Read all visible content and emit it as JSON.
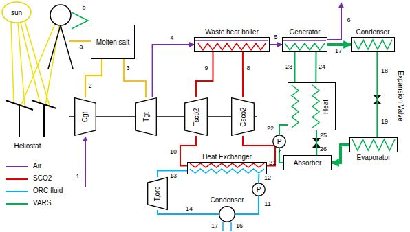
{
  "diagram": {
    "nodes": [
      {
        "text": [
          "sun"
        ]
      },
      {
        "text": [
          "Molten salt"
        ]
      },
      {
        "text": [
          "Waste heat boiler"
        ]
      },
      {
        "text": [
          "Generator"
        ]
      },
      {
        "text": [
          "Condenser"
        ]
      },
      {
        "text": [
          "Heat"
        ]
      },
      {
        "text": [
          "Absorber"
        ]
      },
      {
        "text": [
          "Evaporator"
        ]
      },
      {
        "text": [
          "Cgt"
        ]
      },
      {
        "text": [
          "Tgt"
        ]
      },
      {
        "text": [
          "Tsco2"
        ]
      },
      {
        "text": [
          "Csco2"
        ]
      },
      {
        "text": [
          "Heat Exchanger"
        ]
      },
      {
        "text": [
          "P"
        ]
      },
      {
        "text": [
          "T,orc"
        ]
      },
      {
        "text": [
          "Condenser"
        ]
      },
      {
        "text": [
          "P"
        ]
      }
    ],
    "edges": [
      {
        "from": 8,
        "to": 1,
        "arrow": "none"
      },
      {
        "from": 1,
        "to": 9,
        "arrow": "none"
      },
      {
        "from": 9,
        "to": 2,
        "arrow": "to"
      },
      {
        "from": 2,
        "to": 3,
        "arrow": "to"
      },
      {
        "from": 11,
        "to": 2,
        "arrow": "none"
      },
      {
        "from": 2,
        "to": 10,
        "arrow": "none"
      },
      {
        "from": 10,
        "to": 12,
        "arrow": "none"
      },
      {
        "from": 12,
        "to": 11,
        "arrow": "none"
      },
      {
        "from": 12,
        "to": 14,
        "arrow": "none"
      },
      {
        "from": 14,
        "to": 15,
        "arrow": "none"
      },
      {
        "from": 15,
        "to": 16,
        "arrow": "none"
      },
      {
        "from": 16,
        "to": 12,
        "arrow": "none"
      },
      {
        "from": 3,
        "to": 4,
        "arrow": "to"
      },
      {
        "from": 4,
        "to": 7,
        "arrow": "none"
      },
      {
        "from": 7,
        "to": 6,
        "arrow": "to"
      },
      {
        "from": 6,
        "to": 13,
        "arrow": "none"
      },
      {
        "from": 13,
        "to": 5,
        "arrow": "none"
      },
      {
        "from": 5,
        "to": 3,
        "arrow": "none"
      },
      {
        "from": 3,
        "to": 5,
        "arrow": "none"
      },
      {
        "from": 5,
        "to": 6,
        "arrow": "none"
      }
    ],
    "labels": [
      "b",
      "a",
      "Heliostat",
      "1",
      "2",
      "3",
      "4",
      "5",
      "6",
      "17",
      "18",
      "Expansion Valve",
      "19",
      "9",
      "8",
      "23",
      "24",
      "22",
      "25",
      "21",
      "26",
      "10",
      "7",
      "13",
      "12",
      "14",
      "11",
      "17",
      "16"
    ],
    "legend": [
      {
        "text": "Air"
      },
      {
        "text": "SCO2"
      },
      {
        "text": "ORC fluid"
      },
      {
        "text": "VARS"
      }
    ]
  }
}
